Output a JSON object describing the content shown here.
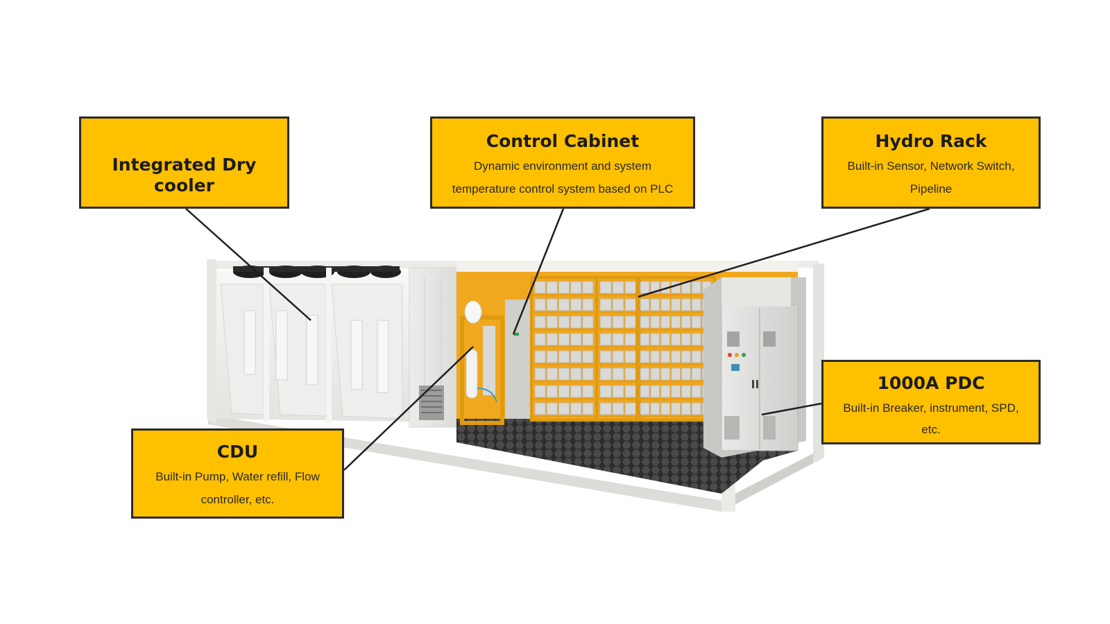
{
  "callouts": {
    "dry_cooler": {
      "title": "Integrated Dry cooler"
    },
    "control_cabinet": {
      "title": "Control Cabinet",
      "line1": "Dynamic environment and system",
      "line2": "temperature control system based on PLC"
    },
    "hydro_rack": {
      "title": "Hydro Rack",
      "line1": "Built-in Sensor, Network Switch,",
      "line2": "Pipeline"
    },
    "pdc": {
      "title": "1000A PDC",
      "line1": "Built-in Breaker, instrument, SPD,",
      "line2": "etc."
    },
    "cdu": {
      "title": "CDU",
      "line1": "Built-in Pump, Water refill, Flow",
      "line2": "controller, etc."
    }
  },
  "colors": {
    "callout_fill": "#FFC000",
    "callout_border": "#2b2b2b",
    "container_body": "#f2f2f0",
    "interior_orange": "#F0A81E",
    "floor_dark": "#3a3a3a"
  }
}
